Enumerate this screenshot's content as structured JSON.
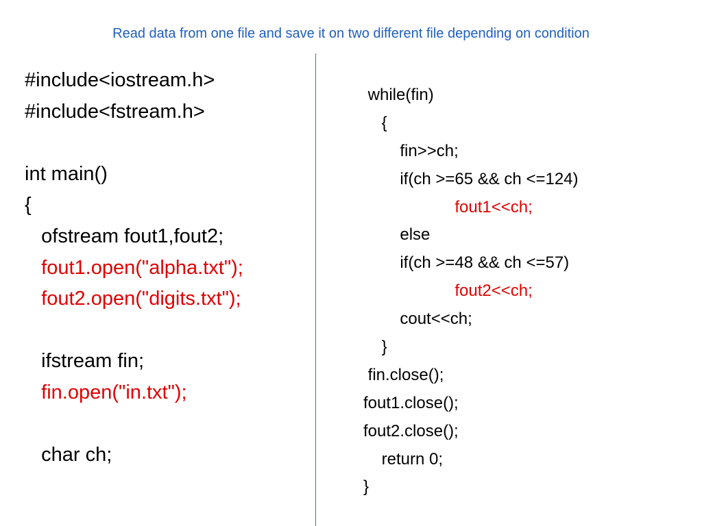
{
  "slide": {
    "title": "Read data from one file and save it on two different file depending on condition",
    "colors": {
      "title": "#1f5fbf",
      "normal_code": "#000000",
      "highlight_code": "#e00000",
      "divider": "#4472c4"
    }
  },
  "left_code": [
    {
      "text": "#include<iostream.h>",
      "highlight": false
    },
    {
      "text": "#include<fstream.h>",
      "highlight": false
    },
    {
      "text": "",
      "highlight": false
    },
    {
      "text": "int main()",
      "highlight": false
    },
    {
      "text": "{",
      "highlight": false
    },
    {
      "text": "   ofstream fout1,fout2;",
      "highlight": false
    },
    {
      "text": "   fout1.open(\"alpha.txt\");",
      "highlight": true
    },
    {
      "text": "   fout2.open(\"digits.txt\");",
      "highlight": true
    },
    {
      "text": "",
      "highlight": false
    },
    {
      "text": "   ifstream fin;",
      "highlight": false
    },
    {
      "text": "   fin.open(\"in.txt\");",
      "highlight": true
    },
    {
      "text": "",
      "highlight": false
    },
    {
      "text": "   char ch;",
      "highlight": false
    }
  ],
  "right_code": [
    {
      "text": " while(fin)",
      "highlight": false
    },
    {
      "text": "    {",
      "highlight": false
    },
    {
      "text": "        fin>>ch;",
      "highlight": false
    },
    {
      "text": "        if(ch >=65 && ch <=124)",
      "highlight": false
    },
    {
      "text": "                    fout1<<ch;",
      "highlight": true
    },
    {
      "text": "        else",
      "highlight": false
    },
    {
      "text": "        if(ch >=48 && ch <=57)",
      "highlight": false
    },
    {
      "text": "                    fout2<<ch;",
      "highlight": true
    },
    {
      "text": "        cout<<ch;",
      "highlight": false
    },
    {
      "text": "    }",
      "highlight": false
    },
    {
      "text": " fin.close();",
      "highlight": false
    },
    {
      "text": "fout1.close();",
      "highlight": false
    },
    {
      "text": "fout2.close();",
      "highlight": false
    },
    {
      "text": "    return 0;",
      "highlight": false
    },
    {
      "text": "}",
      "highlight": false
    }
  ]
}
